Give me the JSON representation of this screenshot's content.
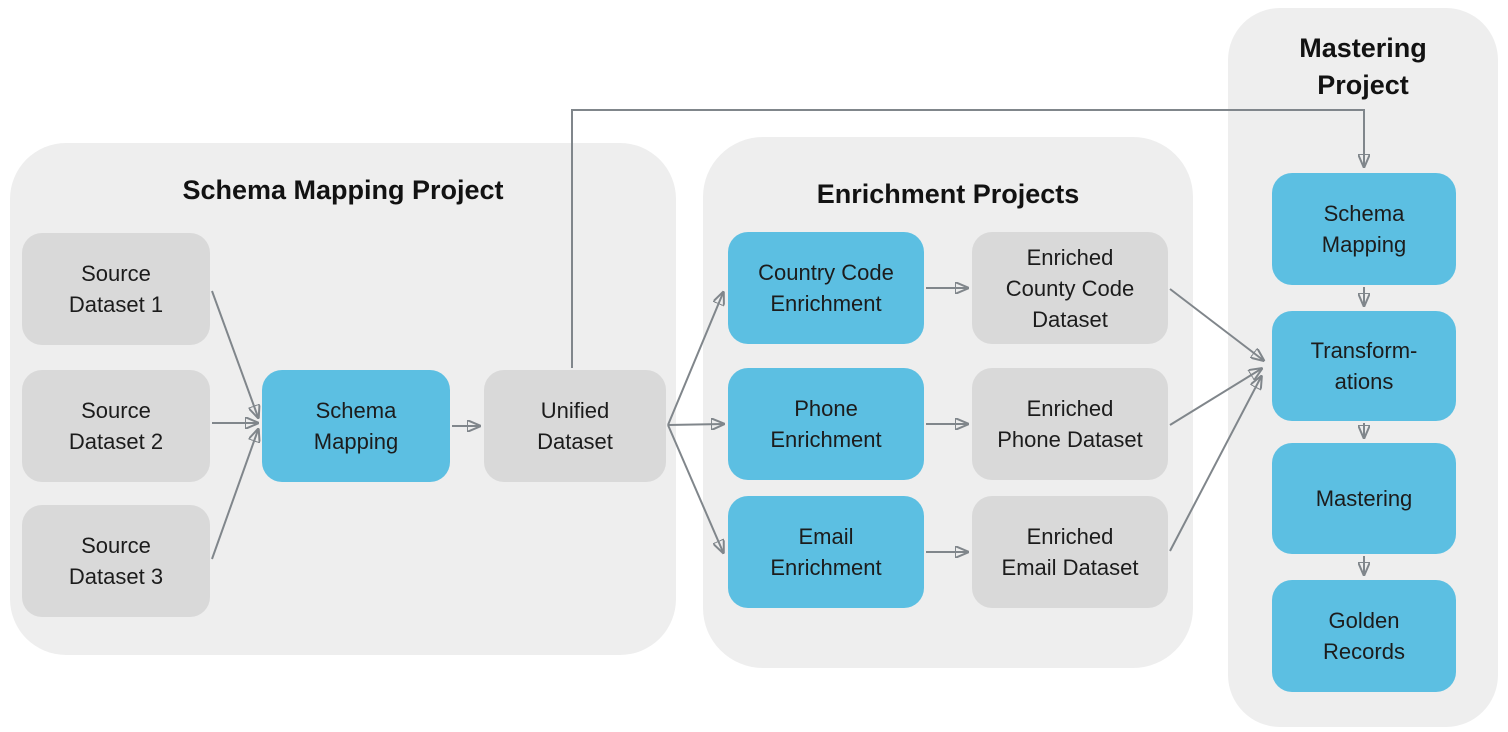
{
  "diagram": {
    "panels": {
      "schema_mapping": {
        "title": "Schema Mapping Project"
      },
      "enrichment": {
        "title": "Enrichment Projects"
      },
      "mastering": {
        "title": "Mastering\nProject"
      }
    },
    "nodes": {
      "source_dataset_1": {
        "label": "Source\nDataset 1"
      },
      "source_dataset_2": {
        "label": "Source\nDataset 2"
      },
      "source_dataset_3": {
        "label": "Source\nDataset 3"
      },
      "schema_mapping": {
        "label": "Schema\nMapping"
      },
      "unified_dataset": {
        "label": "Unified\nDataset"
      },
      "country_code_enrichment": {
        "label": "Country Code\nEnrichment"
      },
      "enriched_county_code_dataset": {
        "label": "Enriched\nCounty Code\nDataset"
      },
      "phone_enrichment": {
        "label": "Phone\nEnrichment"
      },
      "enriched_phone_dataset": {
        "label": "Enriched\nPhone Dataset"
      },
      "email_enrichment": {
        "label": "Email\nEnrichment"
      },
      "enriched_email_dataset": {
        "label": "Enriched\nEmail Dataset"
      },
      "mastering_schema_mapping": {
        "label": "Schema\nMapping"
      },
      "transformations": {
        "label": "Transform-\nations"
      },
      "mastering": {
        "label": "Mastering"
      },
      "golden_records": {
        "label": "Golden\nRecords"
      }
    },
    "edges": [
      {
        "from": "source_dataset_1",
        "to": "schema_mapping"
      },
      {
        "from": "source_dataset_2",
        "to": "schema_mapping"
      },
      {
        "from": "source_dataset_3",
        "to": "schema_mapping"
      },
      {
        "from": "schema_mapping",
        "to": "unified_dataset"
      },
      {
        "from": "unified_dataset",
        "to": "country_code_enrichment"
      },
      {
        "from": "unified_dataset",
        "to": "phone_enrichment"
      },
      {
        "from": "unified_dataset",
        "to": "email_enrichment"
      },
      {
        "from": "unified_dataset",
        "to": "mastering_schema_mapping"
      },
      {
        "from": "country_code_enrichment",
        "to": "enriched_county_code_dataset"
      },
      {
        "from": "phone_enrichment",
        "to": "enriched_phone_dataset"
      },
      {
        "from": "email_enrichment",
        "to": "enriched_email_dataset"
      },
      {
        "from": "enriched_county_code_dataset",
        "to": "transformations"
      },
      {
        "from": "enriched_phone_dataset",
        "to": "transformations"
      },
      {
        "from": "enriched_email_dataset",
        "to": "transformations"
      },
      {
        "from": "mastering_schema_mapping",
        "to": "transformations"
      },
      {
        "from": "transformations",
        "to": "mastering"
      },
      {
        "from": "mastering",
        "to": "golden_records"
      }
    ],
    "colors": {
      "page_bg": "#ffffff",
      "panel_bg": "#eeeeee",
      "dataset_box": "#d9d9d9",
      "project_step_box": "#5cbfe2",
      "arrow": "#80868b",
      "label_text": "#1c1c1c",
      "title_text": "#121212"
    }
  }
}
